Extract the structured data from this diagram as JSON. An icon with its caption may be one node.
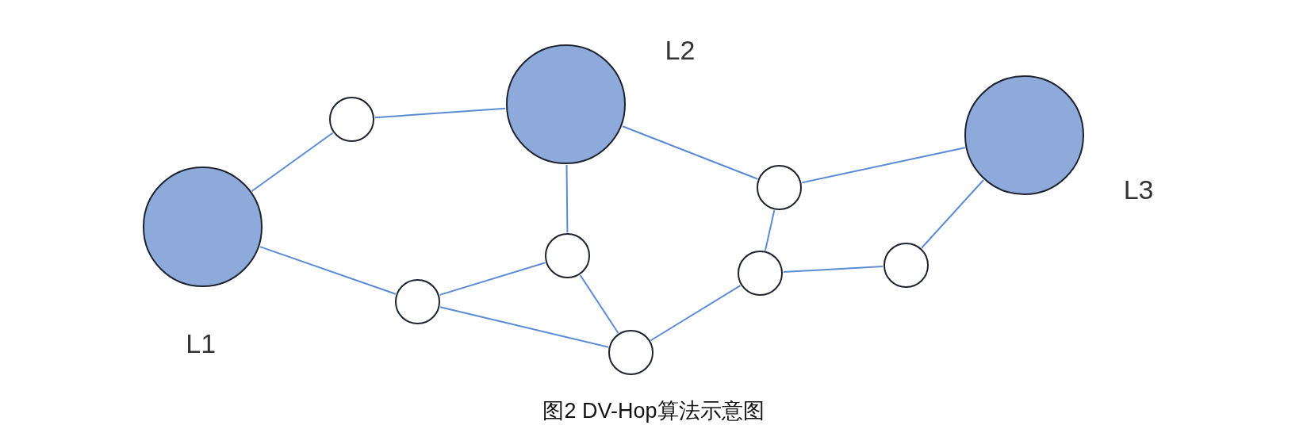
{
  "diagram": {
    "caption": "图2 DV-Hop算法示意图",
    "nodes": [
      {
        "text": [],
        "shape": "circle",
        "beside": [
          "L1"
        ]
      },
      {
        "text": [],
        "shape": "circle"
      },
      {
        "text": [],
        "shape": "circle"
      },
      {
        "text": [],
        "shape": "circle",
        "beside": [
          "L2"
        ]
      },
      {
        "text": [],
        "shape": "circle"
      },
      {
        "text": [],
        "shape": "circle"
      },
      {
        "text": [],
        "shape": "circle"
      },
      {
        "text": [],
        "shape": "circle"
      },
      {
        "text": [],
        "shape": "circle"
      },
      {
        "text": [],
        "shape": "circle",
        "beside": [
          "L3"
        ]
      }
    ],
    "edges": [
      {
        "from": 0,
        "to": 1,
        "arrow": "none"
      },
      {
        "from": 1,
        "to": 3,
        "arrow": "none"
      },
      {
        "from": 0,
        "to": 2,
        "arrow": "none"
      },
      {
        "from": 2,
        "to": 4,
        "arrow": "none"
      },
      {
        "from": 2,
        "to": 5,
        "arrow": "none"
      },
      {
        "from": 3,
        "to": 4,
        "arrow": "none"
      },
      {
        "from": 4,
        "to": 5,
        "arrow": "none"
      },
      {
        "from": 3,
        "to": 7,
        "arrow": "none"
      },
      {
        "from": 5,
        "to": 6,
        "arrow": "none"
      },
      {
        "from": 6,
        "to": 7,
        "arrow": "none"
      },
      {
        "from": 7,
        "to": 9,
        "arrow": "none"
      },
      {
        "from": 6,
        "to": 8,
        "arrow": "none"
      },
      {
        "from": 8,
        "to": 9,
        "arrow": "none"
      }
    ]
  }
}
